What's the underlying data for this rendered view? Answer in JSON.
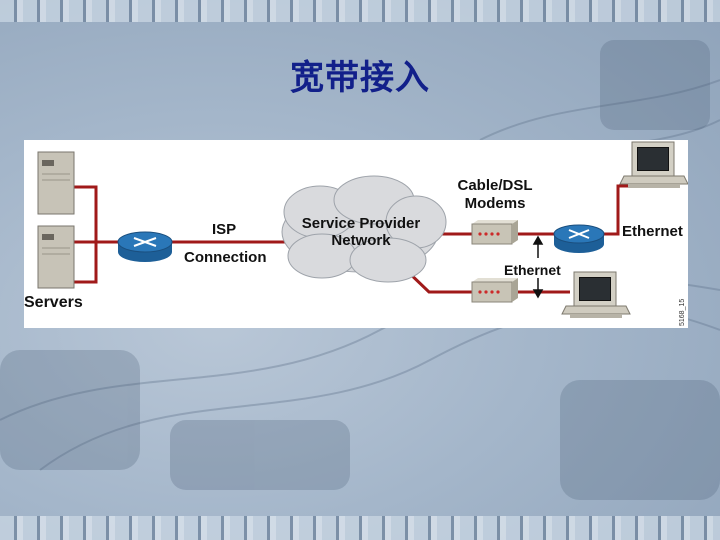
{
  "slide": {
    "title": "宽带接入"
  },
  "diagram": {
    "labels": {
      "servers": "Servers",
      "isp_line1": "ISP",
      "isp_line2": "Connection",
      "cloud_line1": "Service Provider",
      "cloud_line2": "Network",
      "modems_line1": "Cable/DSL",
      "modems_line2": "Modems",
      "ethernet_right": "Ethernet",
      "ethernet_bottom": "Ethernet",
      "figure_id": "5168_15"
    },
    "icons": [
      "server-icon",
      "server-icon",
      "router-icon",
      "cloud-icon",
      "modem-icon",
      "modem-icon",
      "router-icon",
      "workstation-icon",
      "workstation-icon"
    ],
    "colors": {
      "link": "#a01a1a",
      "router": "#2a77b8",
      "cloud": "#d9dadd",
      "modem": "#c8c4b6",
      "led": "#cc2a2a",
      "title": "#12208a"
    }
  }
}
